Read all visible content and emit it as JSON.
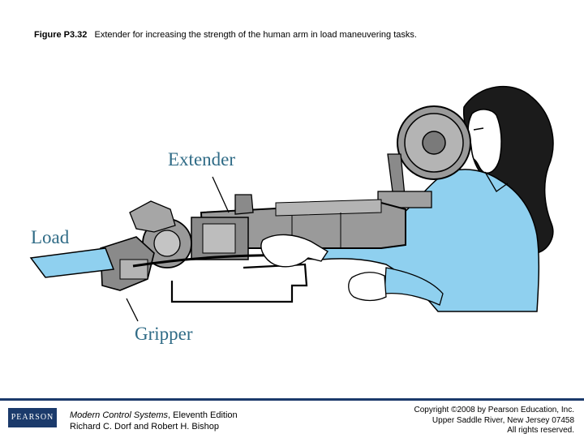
{
  "caption": {
    "label": "Figure P3.32",
    "text": "Extender for increasing the strength of the human arm in load maneuvering tasks."
  },
  "diagram_labels": {
    "extender": "Extender",
    "load": "Load",
    "gripper": "Gripper"
  },
  "colors": {
    "label_text": "#2f6b86",
    "sleeve_blue": "#8fd0ef",
    "skin": "#ffffff",
    "metal": "#9a9a9a",
    "footer_navy": "#1b3a6b"
  },
  "footer": {
    "logo": "PEARSON",
    "book_title": "Modern Control Systems",
    "book_edition": ", Eleventh Edition",
    "authors": "Richard C. Dorf and Robert H. Bishop",
    "copyright_line1": "Copyright ©2008 by Pearson Education, Inc.",
    "copyright_line2": "Upper Saddle River, New Jersey 07458",
    "copyright_line3": "All rights reserved."
  }
}
